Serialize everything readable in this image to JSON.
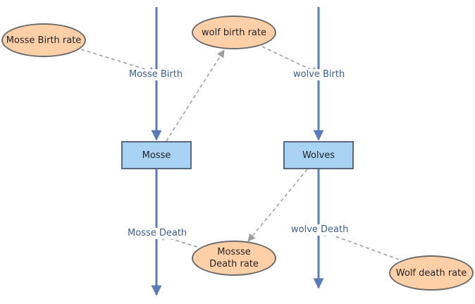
{
  "colors": {
    "flow": "#5b7bb8",
    "dashed": "#a0a0a0",
    "stock_fill": "#a9d3f5",
    "aux_fill": "#ffd0a8"
  },
  "stocks": {
    "moose": "Mosse",
    "wolves": "Wolves"
  },
  "flows": {
    "moose_birth": "Mosse Birth",
    "moose_death": "Mosse Death",
    "wolf_birth": "wolve Birth",
    "wolf_death": "wolve Death"
  },
  "auxiliaries": {
    "moose_birth_rate": "Mosse Birth rate",
    "wolf_birth_rate": "wolf birth rate",
    "moose_death_rate": "Mossse Death rate",
    "wolf_death_rate": "Wolf death rate"
  }
}
